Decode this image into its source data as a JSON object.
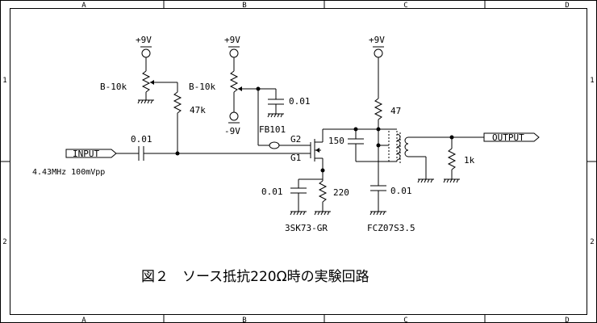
{
  "frame": {
    "columns": [
      "A",
      "B",
      "C",
      "D"
    ],
    "rows": [
      "1",
      "2"
    ]
  },
  "supplies": {
    "vr1_supply": "+9V",
    "vr2_supply": "+9V",
    "vr2_negative": "-9V",
    "drain_supply": "+9V"
  },
  "components": {
    "vr1_label": "B-10k",
    "vr2_label": "B-10k",
    "r_gate_bias": "47k",
    "c_input": "0.01",
    "c_g2_bypass": "0.01",
    "ferrite_bead": "FB101",
    "gate2_pin": "G2",
    "gate1_pin": "G1",
    "c_source_bypass": "0.01",
    "r_source": "220",
    "transistor": "3SK73-GR",
    "c_tank": "150",
    "r_drain": "47",
    "c_drain_bypass": "0.01",
    "transformer": "FCZ07S3.5",
    "r_load": "1k"
  },
  "ports": {
    "input_label": "INPUT",
    "output_label": "OUTPUT",
    "input_signal": "4.43MHz 100mVpp"
  },
  "caption": "図２　ソース抵抗220Ω時の実験回路"
}
